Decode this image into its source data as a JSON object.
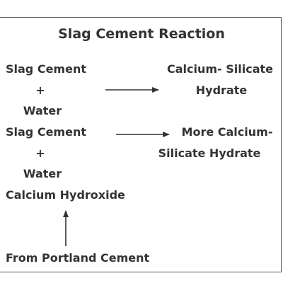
{
  "title": "Slag Cement Reaction",
  "reaction1": {
    "reactant1": "Slag Cement",
    "plus": "+",
    "reactant2": "Water",
    "product_line1": "Calcium- Silicate",
    "product_line2": "Hydrate"
  },
  "reaction2": {
    "reactant1": "Slag Cement",
    "plus": "+",
    "reactant2": "Water",
    "reactant3": "Calcium Hydroxide",
    "product_line1": "More Calcium-",
    "product_line2": "Silicate Hydrate"
  },
  "source": "From Portland Cement"
}
